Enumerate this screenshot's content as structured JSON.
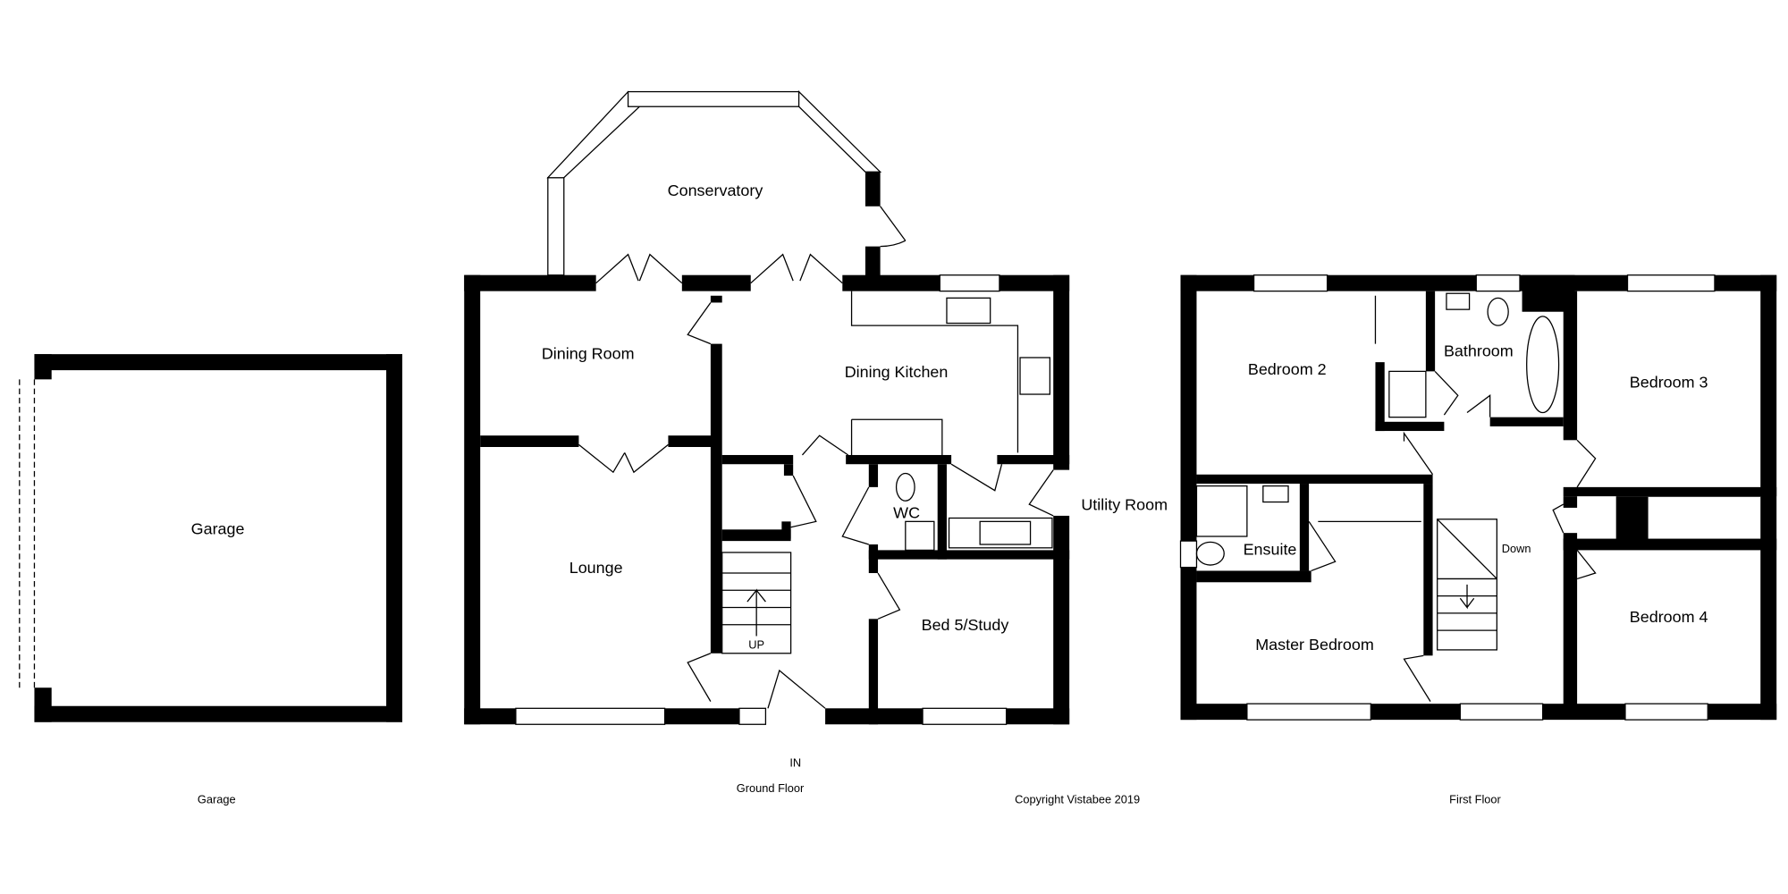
{
  "plans": {
    "garage": {
      "caption": "Garage",
      "rooms": [
        "Garage"
      ]
    },
    "ground_floor": {
      "caption": "Ground Floor",
      "entrance": "IN",
      "stairs": "UP",
      "rooms": [
        "Conservatory",
        "Dining Room",
        "Dining Kitchen",
        "Lounge",
        "WC",
        "Utility Room",
        "Bed 5/Study"
      ]
    },
    "first_floor": {
      "caption": "First Floor",
      "stairs": "Down",
      "rooms": [
        "Bedroom 2",
        "Bathroom",
        "Bedroom 3",
        "Ensuite",
        "Master Bedroom",
        "Bedroom 4"
      ]
    }
  },
  "copyright": "Copyright Vistabee 2019"
}
